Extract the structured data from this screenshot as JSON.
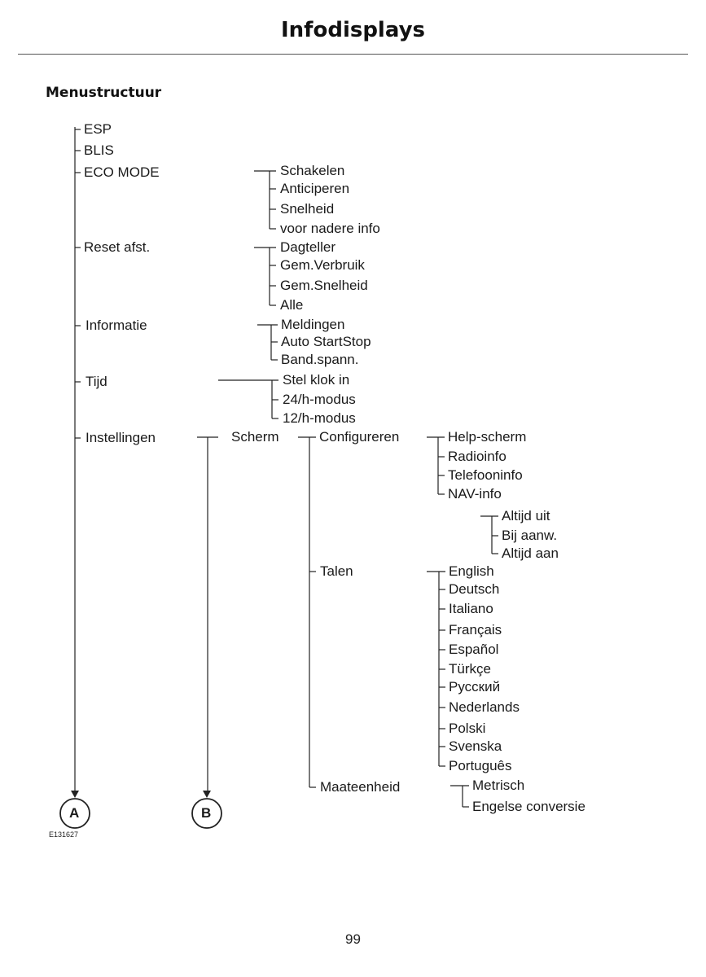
{
  "header": {
    "title": "Infodisplays"
  },
  "section": {
    "heading": "Menustructuur"
  },
  "menu": {
    "level1": [
      "ESP",
      "BLIS",
      "ECO MODE",
      "Reset afst.",
      "Informatie",
      "Tijd",
      "Instellingen"
    ],
    "eco_mode": [
      "Schakelen",
      "Anticiperen",
      "Snelheid",
      "voor nadere info"
    ],
    "reset_afst": [
      "Dagteller",
      "Gem.Verbruik",
      "Gem.Snelheid",
      "Alle"
    ],
    "informatie": [
      "Meldingen",
      "Auto StartStop",
      "Band.spann."
    ],
    "tijd": [
      "Stel klok in",
      "24/h-modus",
      "12/h-modus"
    ],
    "instellingen": {
      "scherm": "Scherm",
      "scherm_items": [
        "Configureren",
        "Talen",
        "Maateenheid"
      ],
      "configureren": [
        "Help-scherm",
        "Radioinfo",
        "Telefooninfo",
        "NAV-info"
      ],
      "nav_info": [
        "Altijd uit",
        "Bij aanw.",
        "Altijd aan"
      ],
      "talen": [
        "English",
        "Deutsch",
        "Italiano",
        "Français",
        "Español",
        "Türkçe",
        "Русский",
        "Nederlands",
        "Polski",
        "Svenska",
        "Português"
      ],
      "maateenheid": [
        "Metrisch",
        "Engelse conversie"
      ]
    }
  },
  "connectors": {
    "a": "A",
    "b": "B"
  },
  "footer": {
    "figure_id": "E131627",
    "page_number": "99"
  }
}
